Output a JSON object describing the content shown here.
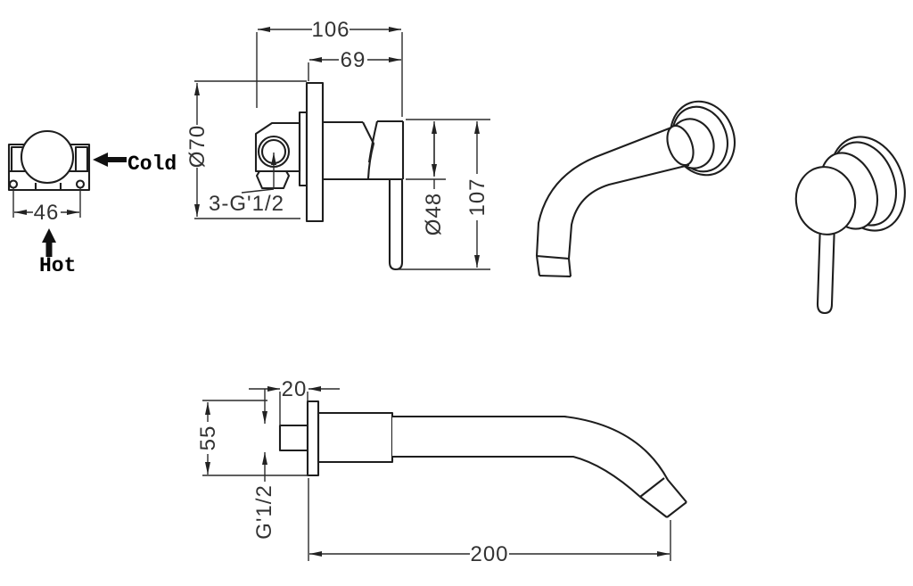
{
  "labels": {
    "front_view": {
      "cold": "Cold",
      "hot": "Hot",
      "hole_spacing": "46"
    },
    "valve_side_view": {
      "total_depth": "106",
      "trim_depth": "69",
      "plate_diameter": "Ø70",
      "inlet_thread_note": "3-G'1/2",
      "handle_diameter": "Ø48",
      "trim_height": "107"
    },
    "spout_side_view": {
      "inlet_length": "20",
      "flange_height": "55",
      "inlet_thread_note": "G'1/2",
      "spout_reach": "200"
    }
  }
}
